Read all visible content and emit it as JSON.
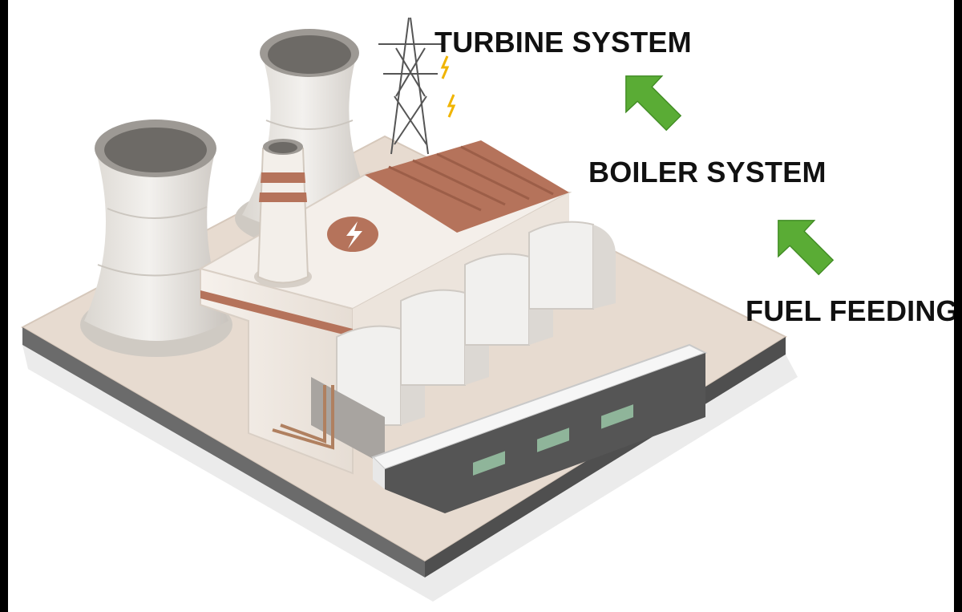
{
  "labels": {
    "turbine": "TURBINE SYSTEM",
    "boiler": "BOILER SYSTEM",
    "fuel": "FUEL FEEDING"
  },
  "colors": {
    "arrow": "#5aac35",
    "arrow_dark": "#3f8a22",
    "brick": "#b5735b",
    "wall": "#f2ede8",
    "base": "#e7dbd0"
  },
  "icons": {
    "flow_arrow": "arrow-up-left-icon",
    "plant_emblem": "lightning-bolt-icon"
  }
}
